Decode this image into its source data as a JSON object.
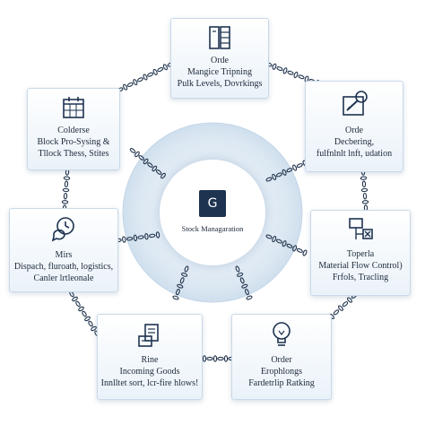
{
  "hub": {
    "logo": "G",
    "label": "Stock Managaration"
  },
  "nodes": {
    "top": {
      "icon": "server-rack-icon",
      "l1": "Orde",
      "l2": "Mangice Tripning",
      "l3": "Pulk Levels, Dovrkings"
    },
    "top_left": {
      "icon": "calendar-icon",
      "l1": "Colderse",
      "l2": "Block Pro-Sysing &",
      "l3": "Tllock Thess, Stites"
    },
    "top_right": {
      "icon": "edit-document-icon",
      "l1": "Orde",
      "l2": "Decbering,",
      "l3": "fulfnlnlt lnft, udation"
    },
    "left": {
      "icon": "clock-chat-icon",
      "l1": "Mirs",
      "l2": "Dispach, fluroath, logistics,",
      "l3": "Canler lrtleonale"
    },
    "right": {
      "icon": "flowchart-icon",
      "l1": "Toperla",
      "l2": "Material Flow Control)",
      "l3": "Frfols, Tracling"
    },
    "bottom_left": {
      "icon": "clipboard-icon",
      "l1": "Rine",
      "l2": "Incoming Goods",
      "l3": "Innlltet sort, lcr-fire hlows!"
    },
    "bottom_right": {
      "icon": "lightbulb-icon",
      "l1": "Order",
      "l2": "Erophlongs",
      "l3": "Fardetrlip Ratking"
    }
  },
  "colors": {
    "ink": "#1d2a3a",
    "icon": "#1e3350",
    "ring": "#dfe9f3",
    "chain": "#24364f"
  }
}
